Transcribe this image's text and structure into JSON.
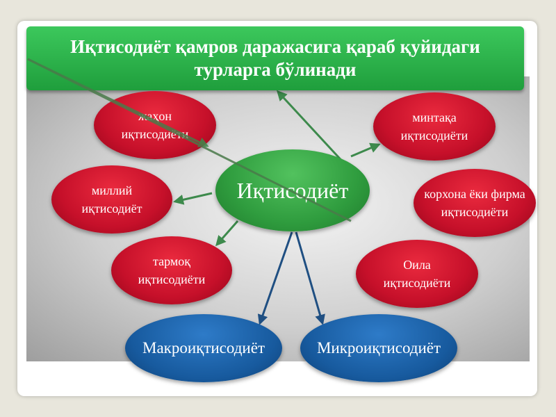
{
  "title": "Иқтисодиёт қамров даражасига қараб қуйидаги\nтурларга бўлинади",
  "center": "Иқтисодиёт",
  "types": {
    "world": "жаҳон\nиқтисодиёти",
    "national": "миллий\nиқтисодиёт",
    "sector": "тармоқ\nиқтисодиёти",
    "regional": "минтақа\nиқтисодиёти",
    "enterprise": "корхона ёки фирма\nиқтисодиёти",
    "family": "Оила\nиқтисодиёти"
  },
  "levels": {
    "macro": "Макроиқтисодиёт",
    "micro": "Микроиқтисодиёт"
  },
  "colors": {
    "title_bg": "#2bb24c",
    "center_bg": "#3aa64a",
    "type_bg": "#c8102e",
    "level_bg": "#1a5ea8",
    "arrow_green": "#3d8a4c",
    "arrow_blue": "#1f4f82"
  }
}
